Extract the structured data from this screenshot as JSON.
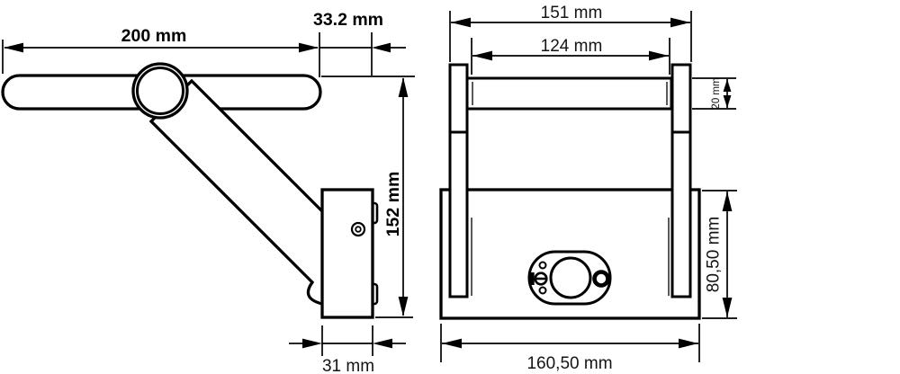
{
  "colors": {
    "line": "#000000",
    "background": "#ffffff"
  },
  "drawing": {
    "side_view": {
      "bar_length": "200 mm",
      "head_offset": "33.2 mm",
      "overall_height": "152 mm",
      "bracket_depth": "31 mm"
    },
    "front_view": {
      "overall_width": "151 mm",
      "tube_length": "124 mm",
      "tube_diameter": "20 mm",
      "body_height": "80,50 mm",
      "body_width": "160,50 mm"
    }
  }
}
